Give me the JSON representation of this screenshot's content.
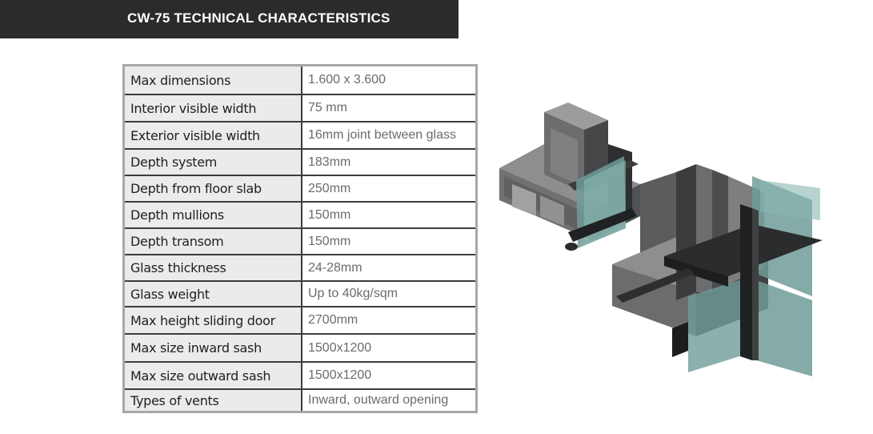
{
  "header": {
    "title": "CW-75  TECHNICAL CHARACTERISTICS"
  },
  "specs": [
    {
      "label": "Max dimensions",
      "value": "1.600 x 3.600"
    },
    {
      "label": "Interior visible width",
      "value": "75 mm"
    },
    {
      "label": "Exterior visible width",
      "value": "16mm joint between glass"
    },
    {
      "label": "Depth system",
      "value": "183mm"
    },
    {
      "label": "Depth from floor slab",
      "value": "250mm"
    },
    {
      "label": "Depth mullions",
      "value": "150mm"
    },
    {
      "label": "Depth transom",
      "value": "150mm"
    },
    {
      "label": "Glass thickness",
      "value": "24-28mm"
    },
    {
      "label": "Glass weight",
      "value": "Up to 40kg/sqm"
    },
    {
      "label": "Max height sliding door",
      "value": "2700mm"
    },
    {
      "label": "Max size inward sash",
      "value": "1500x1200"
    },
    {
      "label": "Max size outward sash",
      "value": "1500x1200"
    },
    {
      "label": "Types of vents",
      "value": "Inward, outward opening"
    }
  ],
  "colors": {
    "header_bg": "#2b2a2c",
    "label_bg": "#ebebeb",
    "table_border": "#a7a7a9",
    "glass": "#6f9c98",
    "aluminium": "#5a5c5e"
  },
  "illustration": {
    "icon": "curtain-wall-profile-illustration"
  }
}
